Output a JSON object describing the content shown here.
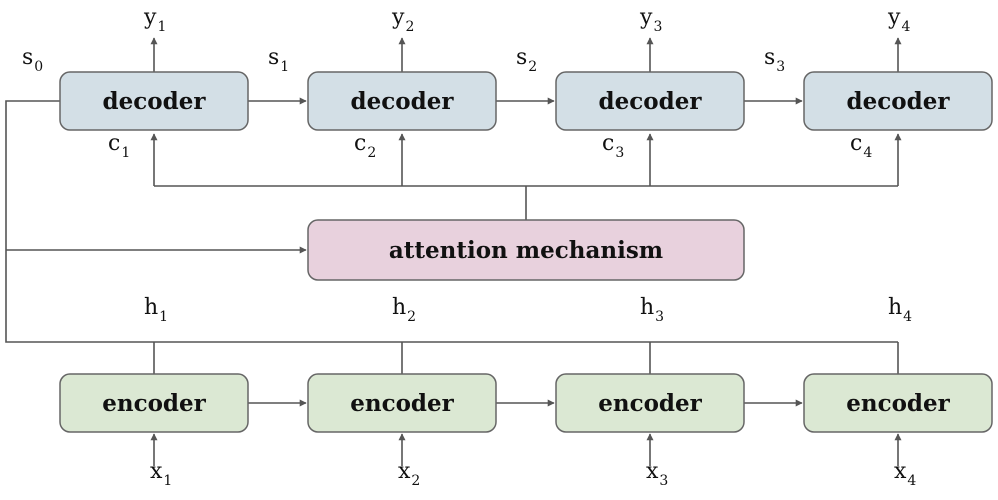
{
  "colors": {
    "decoder_fill": "#d3dfe6",
    "encoder_fill": "#dbe8d3",
    "attention_fill": "#e8d1dd",
    "box_stroke": "#666666",
    "line": "#555555"
  },
  "decoders": [
    {
      "label": "decoder",
      "output": {
        "base": "y",
        "sub": "1"
      },
      "context": {
        "base": "c",
        "sub": "1"
      }
    },
    {
      "label": "decoder",
      "output": {
        "base": "y",
        "sub": "2"
      },
      "context": {
        "base": "c",
        "sub": "2"
      }
    },
    {
      "label": "decoder",
      "output": {
        "base": "y",
        "sub": "3"
      },
      "context": {
        "base": "c",
        "sub": "3"
      }
    },
    {
      "label": "decoder",
      "output": {
        "base": "y",
        "sub": "4"
      },
      "context": {
        "base": "c",
        "sub": "4"
      }
    }
  ],
  "states": [
    {
      "base": "s",
      "sub": "0"
    },
    {
      "base": "s",
      "sub": "1"
    },
    {
      "base": "s",
      "sub": "2"
    },
    {
      "base": "s",
      "sub": "3"
    }
  ],
  "attention": {
    "label": "attention mechanism"
  },
  "encoders": [
    {
      "label": "encoder",
      "input": {
        "base": "x",
        "sub": "1"
      },
      "hidden": {
        "base": "h",
        "sub": "1"
      }
    },
    {
      "label": "encoder",
      "input": {
        "base": "x",
        "sub": "2"
      },
      "hidden": {
        "base": "h",
        "sub": "2"
      }
    },
    {
      "label": "encoder",
      "input": {
        "base": "x",
        "sub": "3"
      },
      "hidden": {
        "base": "h",
        "sub": "3"
      }
    },
    {
      "label": "encoder",
      "input": {
        "base": "x",
        "sub": "4"
      },
      "hidden": {
        "base": "h",
        "sub": "4"
      }
    }
  ]
}
